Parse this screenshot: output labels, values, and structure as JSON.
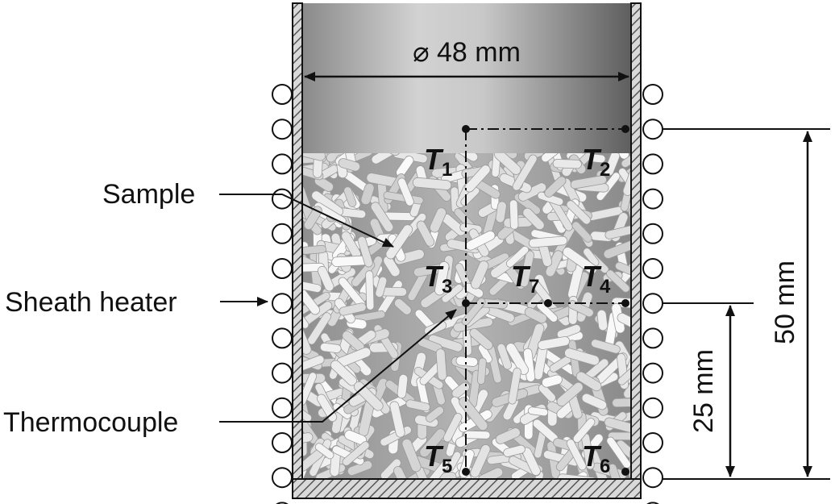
{
  "labels": {
    "diameter": "⌀ 48 mm",
    "sample": "Sample",
    "sheath_heater": "Sheath heater",
    "thermocouple": "Thermocouple",
    "height_total": "50 mm",
    "height_half": "25 mm"
  },
  "thermocouples": [
    {
      "letter": "T",
      "sub": "1"
    },
    {
      "letter": "T",
      "sub": "2"
    },
    {
      "letter": "T",
      "sub": "3"
    },
    {
      "letter": "T",
      "sub": "4"
    },
    {
      "letter": "T",
      "sub": "5"
    },
    {
      "letter": "T",
      "sub": "6"
    },
    {
      "letter": "T",
      "sub": "7"
    }
  ],
  "colors": {
    "wall_hatch": "#555555",
    "wall_fill": "#d9d9d9",
    "headspace_light": "#f2f2f2",
    "headspace_dark": "#6e6e6e",
    "pellet": "#e8e8e8",
    "pellet_shadow": "#9a9a9a",
    "line": "#111111"
  }
}
